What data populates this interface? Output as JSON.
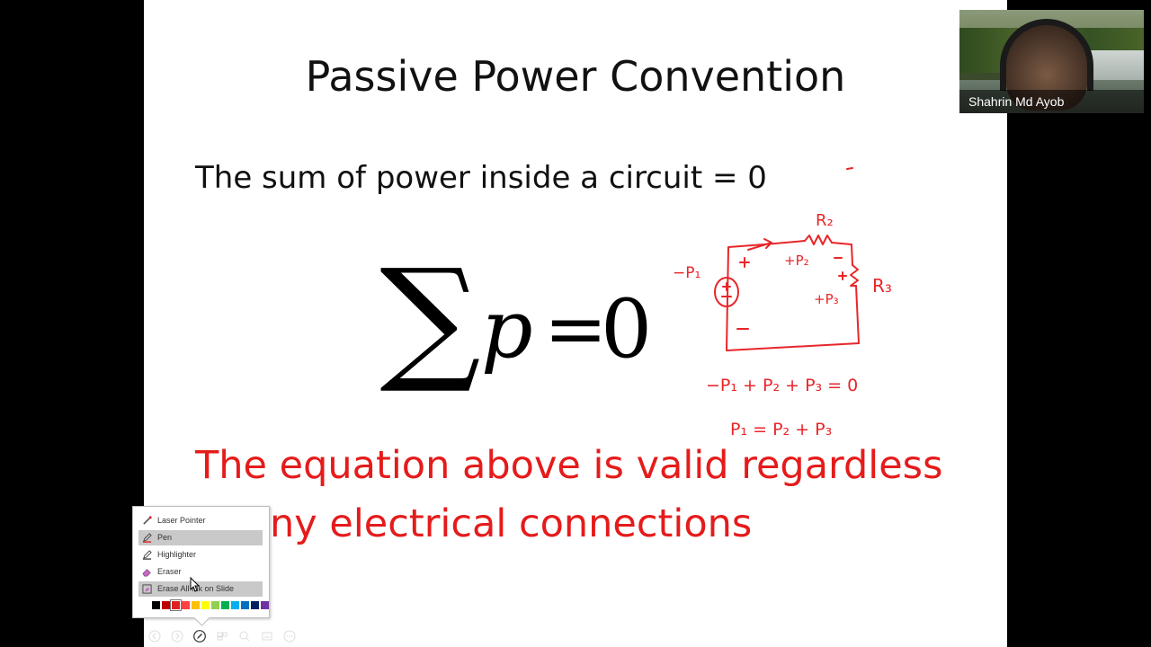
{
  "slide": {
    "title": "Passive Power Convention",
    "line1": "The sum of power inside a circuit = 0",
    "equation": {
      "sigma": "∑",
      "variable": "p",
      "equals": "=",
      "rhs": "0"
    },
    "red_line_1": "The equation above is valid regardless",
    "red_line_2": "ny electrical connections"
  },
  "annotations": {
    "color": "#e8262a",
    "r2": "R₂",
    "r3": "R₃",
    "neg_p1": "−P₁",
    "plus_p2": "+P₂",
    "plus_p3": "+P₃",
    "eq1": "−P₁ + P₂ + P₃ = 0",
    "eq2": "P₁ = P₂ + P₃"
  },
  "webcam": {
    "name": "Shahrin Md Ayob"
  },
  "pen_menu": {
    "items": [
      {
        "label": "Laser Pointer",
        "icon": "laser-pointer-icon",
        "selected": false
      },
      {
        "label": "Pen",
        "icon": "pen-icon",
        "selected": true
      },
      {
        "label": "Highlighter",
        "icon": "highlighter-icon",
        "selected": false
      },
      {
        "label": "Eraser",
        "icon": "eraser-icon",
        "selected": false
      },
      {
        "label": "Erase All Ink on Slide",
        "icon": "erase-all-icon",
        "selected": false,
        "hovered": true
      }
    ],
    "colors": [
      "#000000",
      "#c00000",
      "#e02020",
      "#ff4040",
      "#ffc000",
      "#ffff00",
      "#92d050",
      "#00b050",
      "#00b0f0",
      "#0070c0",
      "#002060",
      "#7030a0"
    ],
    "active_color_index": 2
  },
  "toolbar": {
    "buttons": [
      "previous-icon",
      "next-icon",
      "pen-tool-icon",
      "see-all-slides-icon",
      "zoom-icon",
      "subtitles-icon",
      "more-options-icon"
    ],
    "active_index": 2
  }
}
